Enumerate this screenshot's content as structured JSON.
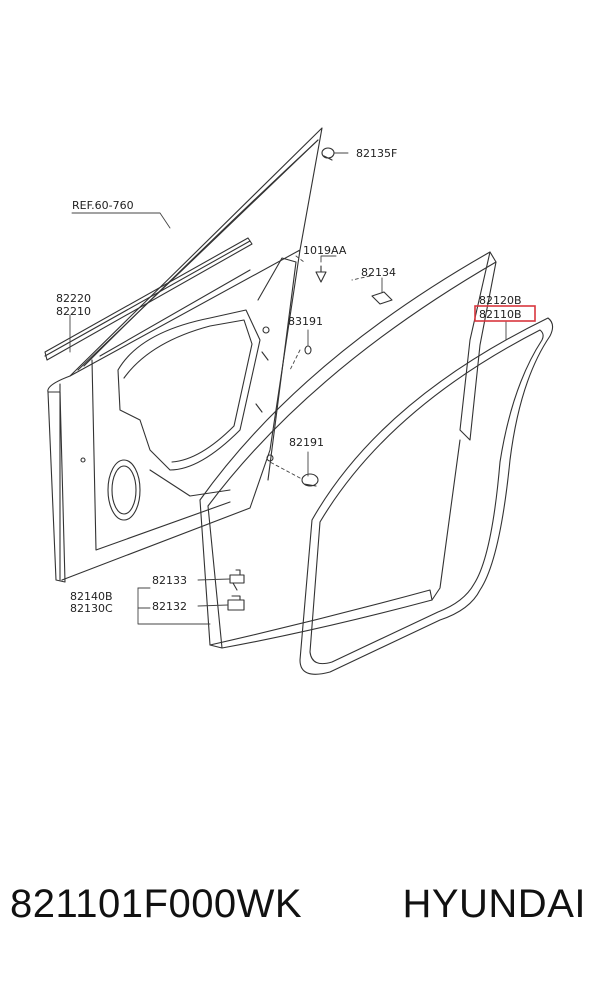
{
  "labels": {
    "p82135F": "82135F",
    "ref": "REF.60-760",
    "p1019AA": "1019AA",
    "p82134": "82134",
    "p82220": "82220",
    "p82210": "82210",
    "p82120B": "82120B",
    "p82110B": "82110B",
    "p83191": "83191",
    "p82191": "82191",
    "p82133": "82133",
    "p82140B": "82140B",
    "p82130C": "82130C",
    "p82132": "82132"
  },
  "highlight_color": "#d9363e",
  "caption": {
    "part_number": "821101F000WK",
    "brand": "HYUNDAI"
  }
}
